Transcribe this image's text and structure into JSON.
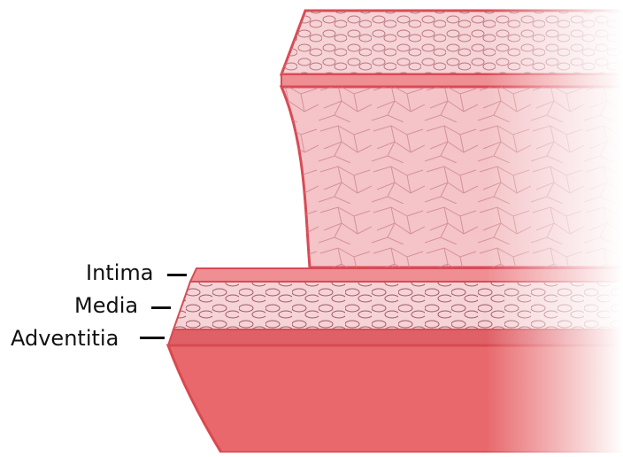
{
  "labels": {
    "intima": "Intima",
    "media": "Media",
    "adventitia": "Adventitia"
  },
  "colors": {
    "adventitia": "#e8686c",
    "adventitia_dark": "#d9494f",
    "media": "#f6d3d6",
    "media_cells": "#b8767d",
    "intima_band": "#ef8e93",
    "lumen_wall": "#f4c4c8",
    "lumen_wall_cells": "#c87a83",
    "outline": "#d84b55",
    "fade": "#ffffff"
  }
}
